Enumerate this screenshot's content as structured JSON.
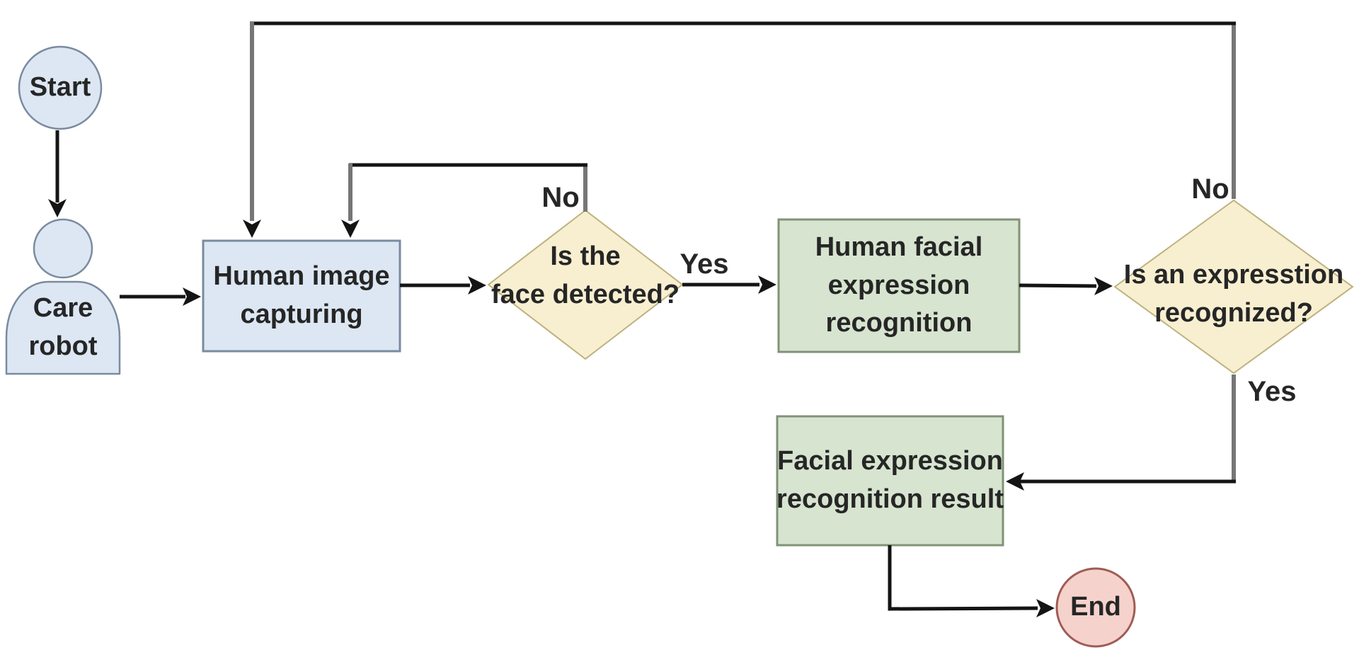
{
  "diagram": {
    "type": "flowchart",
    "nodes": {
      "start": {
        "label": "Start"
      },
      "care_robot": {
        "lines": [
          "Care",
          "robot"
        ]
      },
      "capture": {
        "lines": [
          "Human image",
          "capturing"
        ]
      },
      "face_detected": {
        "lines": [
          "Is the",
          "face detected?"
        ]
      },
      "expression_recognition": {
        "lines": [
          "Human facial",
          "expression",
          "recognition"
        ]
      },
      "expression_recognized": {
        "lines": [
          "Is an expresstion",
          "recognized?"
        ]
      },
      "result": {
        "lines": [
          "Facial expression",
          "recognition result"
        ]
      },
      "end": {
        "label": "End"
      }
    },
    "edge_labels": {
      "face_detected_no": "No",
      "face_detected_yes": "Yes",
      "expression_recognized_no": "No",
      "expression_recognized_yes": "Yes"
    },
    "colors": {
      "process_fill": "#dde7f3",
      "process_border": "#7a8ba0",
      "decision_fill": "#f8efd1",
      "decision_border": "#bdb27d",
      "action_fill": "#d7e4d0",
      "action_border": "#7f9377",
      "end_fill": "#f6d2cc",
      "end_border": "#9f5c55",
      "connector": "#141414",
      "connector_gray": "#767676",
      "text": "#262626"
    }
  }
}
